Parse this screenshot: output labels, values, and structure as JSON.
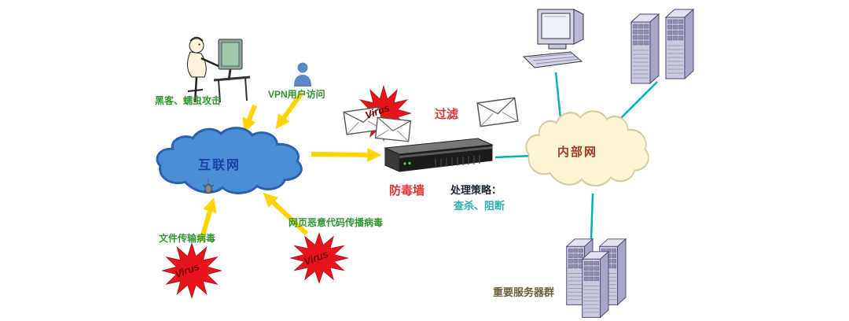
{
  "diagram": {
    "hacker_label": "黑客、蠕虫攻击",
    "vpn_label": "VPN用户访问",
    "internet_label": "互联网",
    "virus_label": "Virus",
    "filter_label": "过滤",
    "firewall_label": "防毒墙",
    "strategy_title": "处理策略：",
    "strategy_detail": "查杀、阻断",
    "intranet_label": "内部网",
    "file_virus_label": "文件传输病毒",
    "web_virus_label": "网页恶意代码传播病毒",
    "server_group_label": "重要服务器群"
  },
  "colors": {
    "internet_cloud": "#4a8ed6",
    "intranet_cloud": "#fbf5d6",
    "arrow_yellow": "#ffd400",
    "link_teal": "#00b2b2",
    "virus_star": "#e8141c",
    "green_label": "#2f9631",
    "red_label": "#e03333",
    "strategy_teal": "#2ab0b0"
  }
}
